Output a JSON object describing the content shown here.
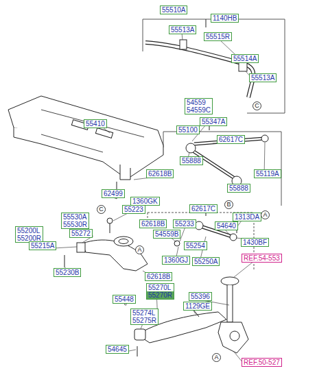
{
  "diagram": {
    "nodes": [
      {
        "text": [
          "55510A"
        ]
      },
      {
        "text": [
          "1140HB"
        ]
      },
      {
        "text": [
          "55513A"
        ]
      },
      {
        "text": [
          "55515R"
        ]
      },
      {
        "text": [
          "55514A"
        ]
      },
      {
        "text": [
          "55513A"
        ]
      },
      {
        "text": [
          "54559",
          "54559C"
        ]
      },
      {
        "text": [
          "C"
        ]
      },
      {
        "text": [
          "55347A"
        ]
      },
      {
        "text": [
          "55410"
        ]
      },
      {
        "text": [
          "55100"
        ]
      },
      {
        "text": [
          "62617C"
        ]
      },
      {
        "text": [
          "55888"
        ]
      },
      {
        "text": [
          "62618B"
        ]
      },
      {
        "text": [
          "55119A"
        ]
      },
      {
        "text": [
          "55888"
        ]
      },
      {
        "text": [
          "62499"
        ]
      },
      {
        "text": [
          "1360GK"
        ]
      },
      {
        "text": [
          "B"
        ]
      },
      {
        "text": [
          "55223"
        ]
      },
      {
        "text": [
          "C"
        ]
      },
      {
        "text": [
          "62617C"
        ]
      },
      {
        "text": [
          "55530A",
          "55530R"
        ]
      },
      {
        "text": [
          "1313DA"
        ]
      },
      {
        "text": [
          "A"
        ]
      },
      {
        "text": [
          "62618B"
        ]
      },
      {
        "text": [
          "55233"
        ]
      },
      {
        "text": [
          "54640"
        ]
      },
      {
        "text": [
          "55200L",
          "55200R"
        ]
      },
      {
        "text": [
          "55272"
        ]
      },
      {
        "text": [
          "54559B"
        ]
      },
      {
        "text": [
          "55254"
        ]
      },
      {
        "text": [
          "1430BF"
        ]
      },
      {
        "text": [
          "55215A"
        ]
      },
      {
        "text": [
          "A"
        ]
      },
      {
        "text": [
          "REF.54-553"
        ]
      },
      {
        "text": [
          "1360GJ"
        ]
      },
      {
        "text": [
          "55250A"
        ]
      },
      {
        "text": [
          "55230B"
        ]
      },
      {
        "text": [
          "62618B"
        ]
      },
      {
        "text": [
          "55270L",
          "55270R"
        ]
      },
      {
        "text": [
          "55396"
        ]
      },
      {
        "text": [
          "55448"
        ]
      },
      {
        "text": [
          "1129GE"
        ]
      },
      {
        "text": [
          "55274L",
          "55275R"
        ]
      },
      {
        "text": [
          "54645"
        ]
      },
      {
        "text": [
          "A"
        ]
      },
      {
        "text": [
          "REF.50-527"
        ]
      }
    ]
  }
}
